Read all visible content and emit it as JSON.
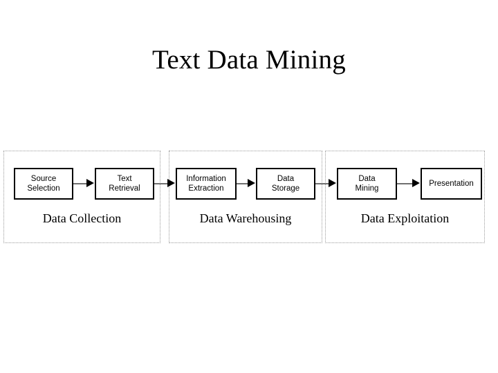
{
  "slide": {
    "title": "Text Data Mining",
    "background_color": "#ffffff",
    "text_color": "#000000"
  },
  "diagram": {
    "type": "pipeline-flowchart",
    "accent_colors": {
      "box_border": "#000000",
      "box_fill": "#ffffff",
      "arrow_shaft": "#6f6f6f",
      "arrow_head": "#000000",
      "group_border": "#9a9a9a"
    },
    "groups": [
      {
        "label": "Data Collection",
        "steps": [
          {
            "label": "Source\nSelection"
          },
          {
            "label": "Text\nRetrieval"
          }
        ]
      },
      {
        "label": "Data Warehousing",
        "steps": [
          {
            "label": "Information\nExtraction"
          },
          {
            "label": "Data\nStorage"
          }
        ]
      },
      {
        "label": "Data Exploitation",
        "steps": [
          {
            "label": "Data\nMining"
          },
          {
            "label": "Presentation"
          }
        ]
      }
    ],
    "arrows": [
      {
        "from": "Source Selection",
        "to": "Text Retrieval"
      },
      {
        "from": "Text Retrieval",
        "to": "Information Extraction"
      },
      {
        "from": "Information Extraction",
        "to": "Data Storage"
      },
      {
        "from": "Data Storage",
        "to": "Data Mining"
      },
      {
        "from": "Data Mining",
        "to": "Presentation"
      }
    ]
  }
}
